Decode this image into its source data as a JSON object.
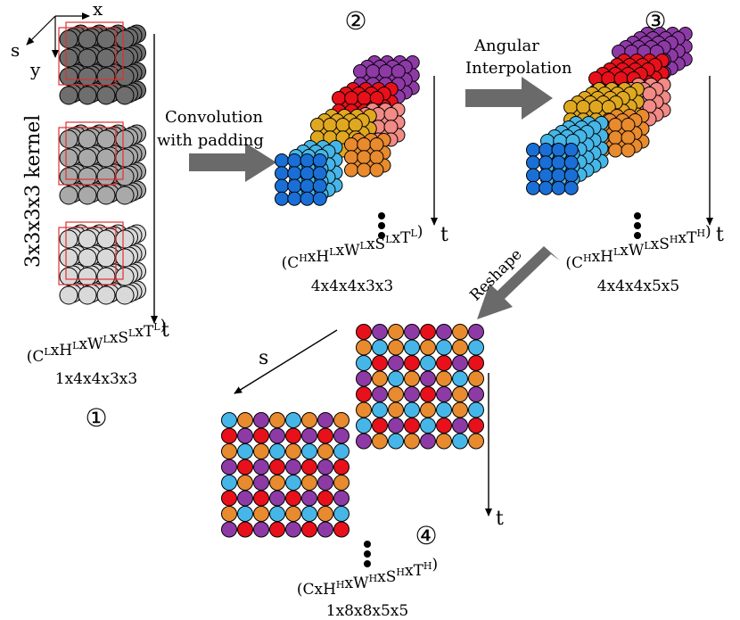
{
  "colors": {
    "dark_gray": "#6e6e6e",
    "mid_gray": "#a9a9a9",
    "light_gray": "#d9d9d9",
    "kernel_box": "#e03030",
    "purple": "#8e3aa6",
    "pink": "#e8658a",
    "red": "#e8101a",
    "salmon": "#f28a86",
    "orange": "#e88a2e",
    "gold": "#e0a820",
    "cyan": "#46b6e8",
    "blue": "#1a6fd6",
    "arrow_gray": "#6a6a6a"
  },
  "axes_stage1": {
    "x": "x",
    "y": "y",
    "s": "s"
  },
  "kernel_label": "3x3x3x3  kernel",
  "arrows": {
    "convolution_line1": "Convolution",
    "convolution_line2": "with  padding",
    "angular_line1": "Angular",
    "angular_line2": "Interpolation",
    "reshape": "Reshape"
  },
  "time_labels": {
    "t1": "t",
    "t2": "t",
    "t3": "t",
    "t4": "t"
  },
  "s_label": "s",
  "stages": [
    {
      "marker": "①",
      "dims": {
        "parts": [
          {
            "b": "(C",
            "s": "L"
          },
          {
            "b": "xH",
            "s": "L"
          },
          {
            "b": "xW",
            "s": "L"
          },
          {
            "b": "xS",
            "s": "L"
          },
          {
            "b": "xT",
            "s": "L"
          },
          {
            "b": ")",
            "s": ""
          }
        ]
      },
      "size": "1x4x4x3x3"
    },
    {
      "marker": "②",
      "dims": {
        "parts": [
          {
            "b": "(C",
            "s": "H"
          },
          {
            "b": "xH",
            "s": "L"
          },
          {
            "b": "xW",
            "s": "L"
          },
          {
            "b": "xS",
            "s": "L"
          },
          {
            "b": "xT",
            "s": "L"
          },
          {
            "b": ")",
            "s": ""
          }
        ]
      },
      "size": "4x4x4x3x3"
    },
    {
      "marker": "③",
      "dims": {
        "parts": [
          {
            "b": "(C",
            "s": "H"
          },
          {
            "b": "xH",
            "s": "L"
          },
          {
            "b": "xW",
            "s": "L"
          },
          {
            "b": "xS",
            "s": "H"
          },
          {
            "b": "xT",
            "s": "H"
          },
          {
            "b": ")",
            "s": ""
          }
        ]
      },
      "size": "4x4x4x5x5"
    },
    {
      "marker": "④",
      "dims": {
        "parts": [
          {
            "b": "(CxH",
            "s": "H"
          },
          {
            "b": "xW",
            "s": "H"
          },
          {
            "b": "xS",
            "s": "H"
          },
          {
            "b": "xT",
            "s": "H"
          },
          {
            "b": ")",
            "s": ""
          }
        ]
      },
      "size": "1x8x8x5x5"
    }
  ]
}
